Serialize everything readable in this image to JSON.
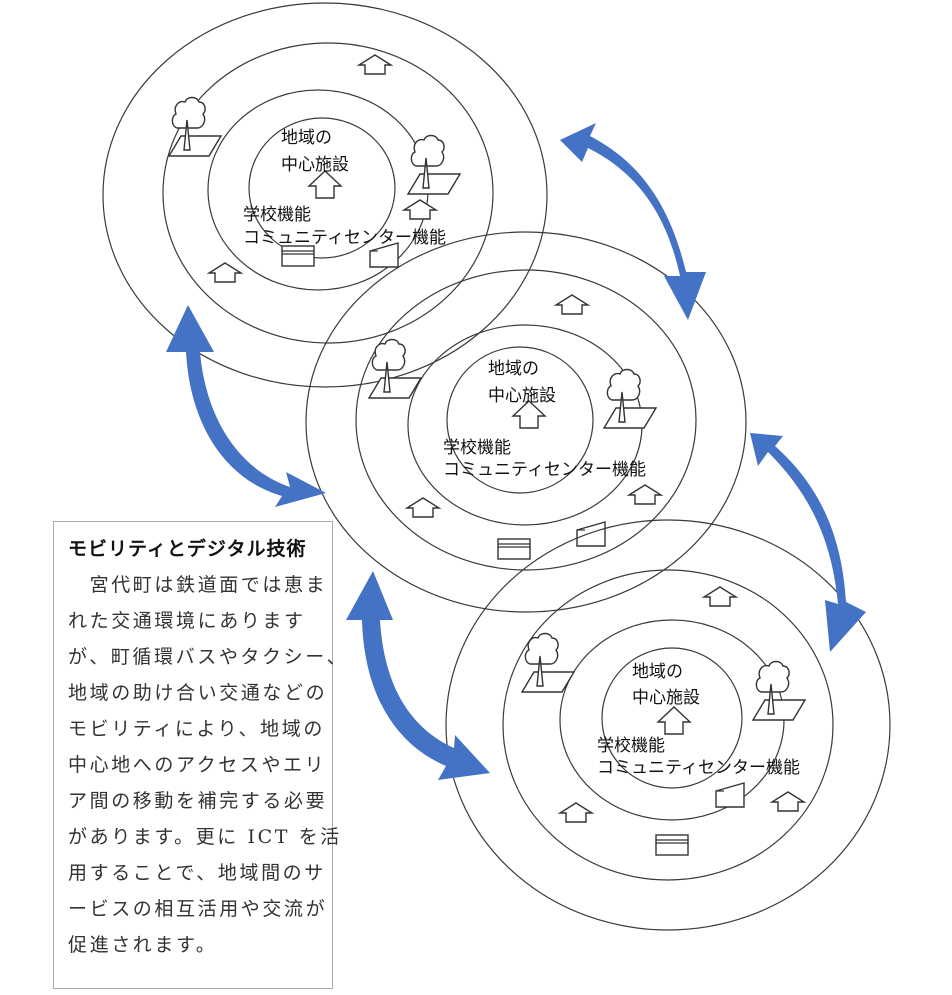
{
  "diagram": {
    "accent_color": "#4472c4",
    "clusters": [
      {
        "id": "cluster-top",
        "center_label_line1": "地域の",
        "center_label_line2": "中心施設",
        "function_label_line1": "学校機能",
        "function_label_line2": "コミュニティセンター機能"
      },
      {
        "id": "cluster-middle",
        "center_label_line1": "地域の",
        "center_label_line2": "中心施設",
        "function_label_line1": "学校機能",
        "function_label_line2": "コミュニティセンター機能"
      },
      {
        "id": "cluster-bottom",
        "center_label_line1": "地域の",
        "center_label_line2": "中心施設",
        "function_label_line1": "学校機能",
        "function_label_line2": "コミュニティセンター機能"
      }
    ],
    "connections": [
      {
        "from": "cluster-top",
        "to": "cluster-middle",
        "type": "bidirectional"
      },
      {
        "from": "cluster-top",
        "to": "cluster-middle",
        "type": "bidirectional"
      },
      {
        "from": "cluster-middle",
        "to": "cluster-bottom",
        "type": "bidirectional"
      },
      {
        "from": "cluster-middle",
        "to": "cluster-bottom",
        "type": "bidirectional"
      }
    ],
    "icons": [
      "house-icon",
      "tree-icon",
      "building-icon",
      "factory-icon"
    ]
  },
  "textbox": {
    "title": "モビリティとデジタル技術",
    "lines": [
      "　宮代町は鉄道面では恵ま",
      "れた交通環境にあります",
      "が、町循環バスやタクシー、",
      "地域の助け合い交通などの",
      "モビリティにより、地域の",
      "中心地へのアクセスやエリ",
      "ア間の移動を補完する必要",
      "があります。更に ICT を活",
      "用することで、地域間のサ",
      "ービスの相互活用や交流が",
      "促進されます。"
    ]
  }
}
